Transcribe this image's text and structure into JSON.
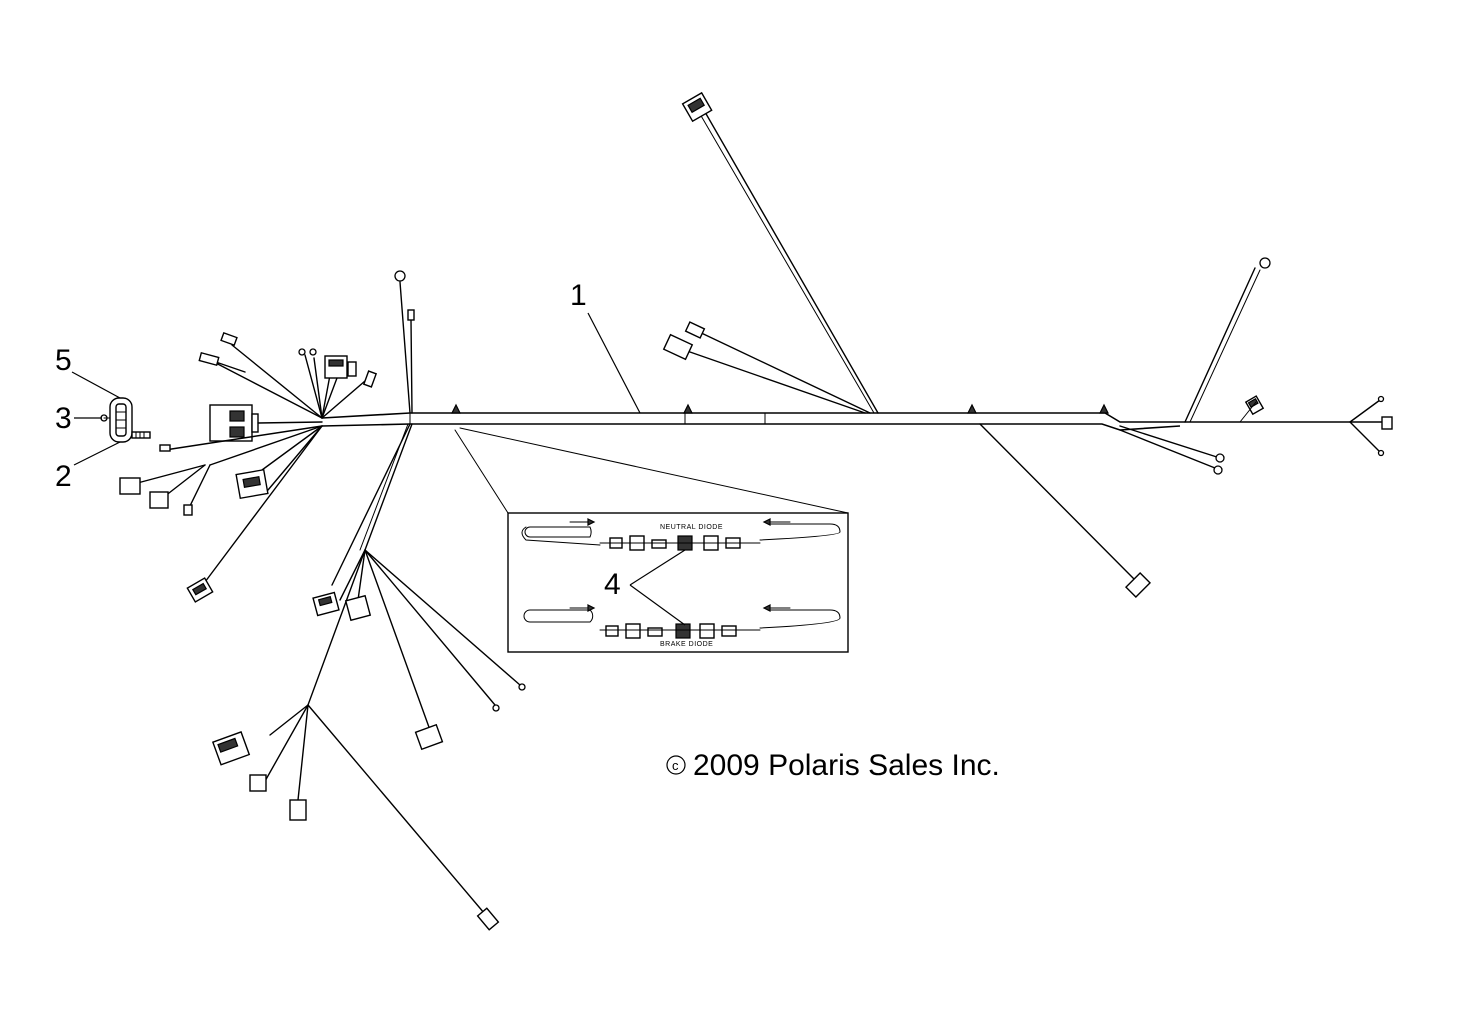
{
  "callouts": {
    "one": "1",
    "two": "2",
    "three": "3",
    "four": "4",
    "five": "5"
  },
  "inset": {
    "top_label": "NEUTRAL DIODE",
    "bottom_label": "BRAKE DIODE"
  },
  "copyright": {
    "symbol": "c",
    "text": "2009 Polaris Sales Inc."
  }
}
